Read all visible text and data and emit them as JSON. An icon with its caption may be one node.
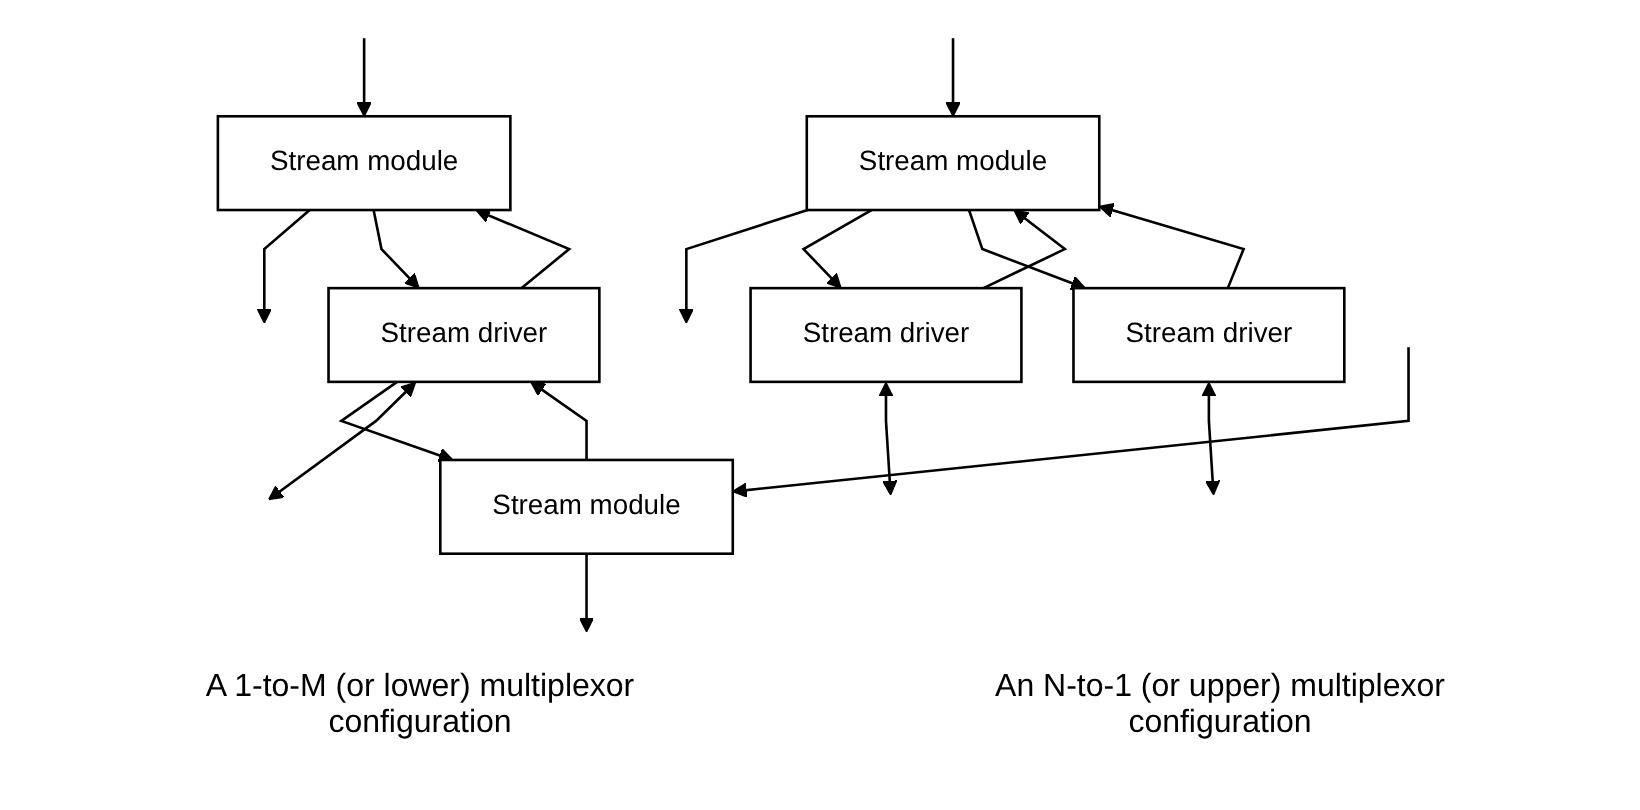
{
  "diagram": {
    "nodes": [
      {
        "text": [
          "Stream module"
        ]
      },
      {
        "text": [
          "Stream driver"
        ]
      },
      {
        "text": [
          "Stream driver"
        ]
      },
      {
        "text": [
          "Stream module"
        ]
      },
      {
        "text": [
          "Stream module"
        ]
      },
      {
        "text": [
          "Stream driver"
        ]
      }
    ],
    "edges": [
      {
        "from": null,
        "to": 0,
        "arrow": "to"
      },
      {
        "from": 0,
        "to": null,
        "arrow": "to"
      },
      {
        "from": 0,
        "to": 1,
        "arrow": "to"
      },
      {
        "from": 0,
        "to": 2,
        "arrow": "to"
      },
      {
        "from": 1,
        "to": 0,
        "arrow": "to"
      },
      {
        "from": 2,
        "to": 0,
        "arrow": "to"
      },
      {
        "from": 1,
        "to": null,
        "arrow": "both"
      },
      {
        "from": 2,
        "to": null,
        "arrow": "both"
      },
      {
        "from": null,
        "to": 3,
        "arrow": "to"
      },
      {
        "from": 3,
        "to": null,
        "arrow": "to"
      },
      {
        "from": null,
        "to": 4,
        "arrow": "to"
      },
      {
        "from": 4,
        "to": null,
        "arrow": "to"
      },
      {
        "from": 3,
        "to": 5,
        "arrow": "to"
      },
      {
        "from": 4,
        "to": 5,
        "arrow": "to"
      },
      {
        "from": 5,
        "to": 3,
        "arrow": "to"
      },
      {
        "from": 5,
        "to": 4,
        "arrow": "to"
      },
      {
        "from": 5,
        "to": null,
        "arrow": "both"
      }
    ],
    "labels": [
      "A 1-to-M (or lower) multiplexor configuration",
      "An N-to-1 (or upper) multiplexor configuration"
    ]
  }
}
